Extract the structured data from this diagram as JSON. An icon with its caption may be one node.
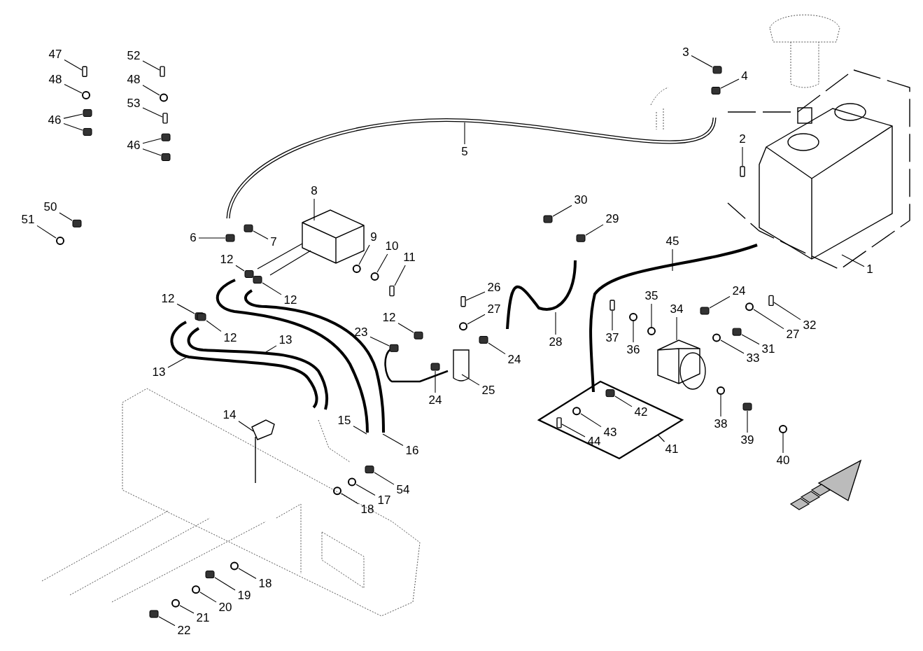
{
  "diagram": {
    "nodes": [
      {
        "text": [
          "47"
        ]
      },
      {
        "text": [
          "52"
        ]
      },
      {
        "text": [
          "3"
        ]
      },
      {
        "text": [
          "4"
        ]
      },
      {
        "text": [
          "48"
        ]
      },
      {
        "text": [
          "48"
        ]
      },
      {
        "text": [
          "53"
        ]
      },
      {
        "text": [
          "46"
        ]
      },
      {
        "text": [
          "2"
        ]
      },
      {
        "text": [
          "46"
        ]
      },
      {
        "text": [
          "5"
        ]
      },
      {
        "text": [
          "8"
        ]
      },
      {
        "text": [
          "30"
        ]
      },
      {
        "text": [
          "50"
        ]
      },
      {
        "text": [
          "29"
        ]
      },
      {
        "text": [
          "51"
        ]
      },
      {
        "text": [
          "9"
        ]
      },
      {
        "text": [
          "6"
        ]
      },
      {
        "text": [
          "7"
        ]
      },
      {
        "text": [
          "45"
        ]
      },
      {
        "text": [
          "10"
        ]
      },
      {
        "text": [
          "11"
        ]
      },
      {
        "text": [
          "12"
        ]
      },
      {
        "text": [
          "1"
        ]
      },
      {
        "text": [
          "26"
        ]
      },
      {
        "text": [
          "24"
        ]
      },
      {
        "text": [
          "35"
        ]
      },
      {
        "text": [
          "12"
        ]
      },
      {
        "text": [
          "12"
        ]
      },
      {
        "text": [
          "27"
        ]
      },
      {
        "text": [
          "34"
        ]
      },
      {
        "text": [
          "12"
        ]
      },
      {
        "text": [
          "32"
        ]
      },
      {
        "text": [
          "23"
        ]
      },
      {
        "text": [
          "27"
        ]
      },
      {
        "text": [
          "12"
        ]
      },
      {
        "text": [
          "37"
        ]
      },
      {
        "text": [
          "28"
        ]
      },
      {
        "text": [
          "13"
        ]
      },
      {
        "text": [
          "31"
        ]
      },
      {
        "text": [
          "36"
        ]
      },
      {
        "text": [
          "24"
        ]
      },
      {
        "text": [
          "33"
        ]
      },
      {
        "text": [
          "13"
        ]
      },
      {
        "text": [
          "25"
        ]
      },
      {
        "text": [
          "24"
        ]
      },
      {
        "text": [
          "42"
        ]
      },
      {
        "text": [
          "14"
        ]
      },
      {
        "text": [
          "15"
        ]
      },
      {
        "text": [
          "38"
        ]
      },
      {
        "text": [
          "43"
        ]
      },
      {
        "text": [
          "39"
        ]
      },
      {
        "text": [
          "44"
        ]
      },
      {
        "text": [
          "16"
        ]
      },
      {
        "text": [
          "41"
        ]
      },
      {
        "text": [
          "40"
        ]
      },
      {
        "text": [
          "54"
        ]
      },
      {
        "text": [
          "17"
        ]
      },
      {
        "text": [
          "18"
        ]
      },
      {
        "text": [
          "18"
        ]
      },
      {
        "text": [
          "19"
        ]
      },
      {
        "text": [
          "20"
        ]
      },
      {
        "text": [
          "21"
        ]
      },
      {
        "text": [
          "22"
        ]
      },
      {
        "text": [],
        "shape": "bar"
      },
      {
        "text": [],
        "shape": "bar"
      },
      {
        "text": [],
        "shape": "box"
      },
      {
        "text": [],
        "shape": "box"
      },
      {
        "text": [],
        "shape": "circle"
      },
      {
        "text": [],
        "shape": "circle"
      },
      {
        "text": [],
        "shape": "bar"
      },
      {
        "text": [],
        "shape": "box"
      },
      {
        "text": [],
        "shape": "box"
      },
      {
        "text": [],
        "shape": "bar"
      },
      {
        "text": [],
        "shape": "box"
      },
      {
        "text": [],
        "shape": "box"
      },
      {
        "text": [],
        "shape": "box"
      },
      {
        "text": [],
        "shape": "box"
      },
      {
        "text": [],
        "shape": "box"
      },
      {
        "text": [],
        "shape": "circle"
      },
      {
        "text": [],
        "shape": "circle"
      },
      {
        "text": [],
        "shape": "box"
      },
      {
        "text": [],
        "shape": "box"
      },
      {
        "text": [],
        "shape": "circle"
      },
      {
        "text": [],
        "shape": "bar"
      },
      {
        "text": [],
        "shape": "box"
      },
      {
        "text": [],
        "shape": "bar"
      },
      {
        "text": [],
        "shape": "box"
      },
      {
        "text": [],
        "shape": "circle"
      },
      {
        "text": [],
        "shape": "box"
      },
      {
        "text": [],
        "shape": "box"
      },
      {
        "text": [],
        "shape": "circle"
      },
      {
        "text": [],
        "shape": "box"
      },
      {
        "text": [],
        "shape": "bar"
      },
      {
        "text": [],
        "shape": "box"
      },
      {
        "text": [],
        "shape": "circle"
      },
      {
        "text": [],
        "shape": "box"
      },
      {
        "text": [],
        "shape": "bar"
      },
      {
        "text": [],
        "shape": "box"
      },
      {
        "text": [],
        "shape": "circle"
      },
      {
        "text": [],
        "shape": "box"
      },
      {
        "text": [],
        "shape": "circle"
      },
      {
        "text": [],
        "shape": "box"
      },
      {
        "text": [],
        "shape": "box"
      },
      {
        "text": [],
        "shape": "circle"
      },
      {
        "text": [],
        "shape": "circle"
      },
      {
        "text": [],
        "shape": "box"
      },
      {
        "text": [],
        "shape": "bar"
      },
      {
        "text": [],
        "shape": "circle"
      },
      {
        "text": [],
        "shape": "box"
      },
      {
        "text": [],
        "shape": "circle"
      },
      {
        "text": [],
        "shape": "circle"
      },
      {
        "text": [],
        "shape": "circle"
      },
      {
        "text": [],
        "shape": "box"
      },
      {
        "text": [],
        "shape": "circle"
      },
      {
        "text": [],
        "shape": "circle"
      },
      {
        "text": [],
        "shape": "box"
      }
    ],
    "edges": [
      {
        "from": 0,
        "to": 64,
        "arrow": "none"
      },
      {
        "from": 1,
        "to": 65,
        "arrow": "none"
      },
      {
        "from": 2,
        "to": 66,
        "arrow": "none"
      },
      {
        "from": 3,
        "to": 67,
        "arrow": "none"
      },
      {
        "from": 4,
        "to": 68,
        "arrow": "none"
      },
      {
        "from": 5,
        "to": 69,
        "arrow": "none"
      },
      {
        "from": 6,
        "to": 70,
        "arrow": "none"
      },
      {
        "from": 7,
        "to": 71,
        "arrow": "none"
      },
      {
        "from": 7,
        "to": 72,
        "arrow": "none"
      },
      {
        "from": 8,
        "to": 73,
        "arrow": "none"
      },
      {
        "from": 9,
        "to": 74,
        "arrow": "none"
      },
      {
        "from": 9,
        "to": 75,
        "arrow": "none"
      },
      {
        "from": 10,
        "to": null,
        "arrow": "none"
      },
      {
        "from": 11,
        "to": null,
        "arrow": "none"
      },
      {
        "from": 12,
        "to": 76,
        "arrow": "none"
      },
      {
        "from": 13,
        "to": 77,
        "arrow": "none"
      },
      {
        "from": 14,
        "to": 78,
        "arrow": "none"
      },
      {
        "from": 15,
        "to": 79,
        "arrow": "none"
      },
      {
        "from": 16,
        "to": 80,
        "arrow": "none"
      },
      {
        "from": 17,
        "to": 81,
        "arrow": "none"
      },
      {
        "from": 18,
        "to": 82,
        "arrow": "none"
      },
      {
        "from": 19,
        "to": null,
        "arrow": "none"
      },
      {
        "from": 20,
        "to": 83,
        "arrow": "none"
      },
      {
        "from": 21,
        "to": 84,
        "arrow": "none"
      },
      {
        "from": 22,
        "to": 85,
        "arrow": "none"
      },
      {
        "from": 23,
        "to": null,
        "arrow": "none"
      },
      {
        "from": 24,
        "to": 86,
        "arrow": "none"
      },
      {
        "from": 25,
        "to": 87,
        "arrow": "none"
      },
      {
        "from": 26,
        "to": 88,
        "arrow": "none"
      },
      {
        "from": 27,
        "to": 89,
        "arrow": "none"
      },
      {
        "from": 28,
        "to": 90,
        "arrow": "none"
      },
      {
        "from": 29,
        "to": 91,
        "arrow": "none"
      },
      {
        "from": 30,
        "to": null,
        "arrow": "none"
      },
      {
        "from": 31,
        "to": 92,
        "arrow": "none"
      },
      {
        "from": 32,
        "to": 93,
        "arrow": "none"
      },
      {
        "from": 33,
        "to": 94,
        "arrow": "none"
      },
      {
        "from": 34,
        "to": 95,
        "arrow": "none"
      },
      {
        "from": 35,
        "to": 96,
        "arrow": "none"
      },
      {
        "from": 36,
        "to": 97,
        "arrow": "none"
      },
      {
        "from": 37,
        "to": null,
        "arrow": "none"
      },
      {
        "from": 38,
        "to": null,
        "arrow": "none"
      },
      {
        "from": 39,
        "to": 98,
        "arrow": "none"
      },
      {
        "from": 40,
        "to": 99,
        "arrow": "none"
      },
      {
        "from": 41,
        "to": 100,
        "arrow": "none"
      },
      {
        "from": 42,
        "to": 101,
        "arrow": "none"
      },
      {
        "from": 43,
        "to": null,
        "arrow": "none"
      },
      {
        "from": 44,
        "to": null,
        "arrow": "none"
      },
      {
        "from": 45,
        "to": 102,
        "arrow": "none"
      },
      {
        "from": 46,
        "to": 103,
        "arrow": "none"
      },
      {
        "from": 47,
        "to": null,
        "arrow": "none"
      },
      {
        "from": 48,
        "to": null,
        "arrow": "none"
      },
      {
        "from": 49,
        "to": 104,
        "arrow": "none"
      },
      {
        "from": 50,
        "to": 105,
        "arrow": "none"
      },
      {
        "from": 51,
        "to": 106,
        "arrow": "none"
      },
      {
        "from": 52,
        "to": 107,
        "arrow": "none"
      },
      {
        "from": 53,
        "to": null,
        "arrow": "none"
      },
      {
        "from": 54,
        "to": null,
        "arrow": "none"
      },
      {
        "from": 55,
        "to": 108,
        "arrow": "none"
      },
      {
        "from": 56,
        "to": 109,
        "arrow": "none"
      },
      {
        "from": 57,
        "to": 110,
        "arrow": "none"
      },
      {
        "from": 58,
        "to": 111,
        "arrow": "none"
      },
      {
        "from": 59,
        "to": 112,
        "arrow": "none"
      },
      {
        "from": 60,
        "to": 113,
        "arrow": "none"
      },
      {
        "from": 61,
        "to": 114,
        "arrow": "none"
      },
      {
        "from": 62,
        "to": 115,
        "arrow": "none"
      },
      {
        "from": 63,
        "to": 116,
        "arrow": "none"
      }
    ]
  }
}
